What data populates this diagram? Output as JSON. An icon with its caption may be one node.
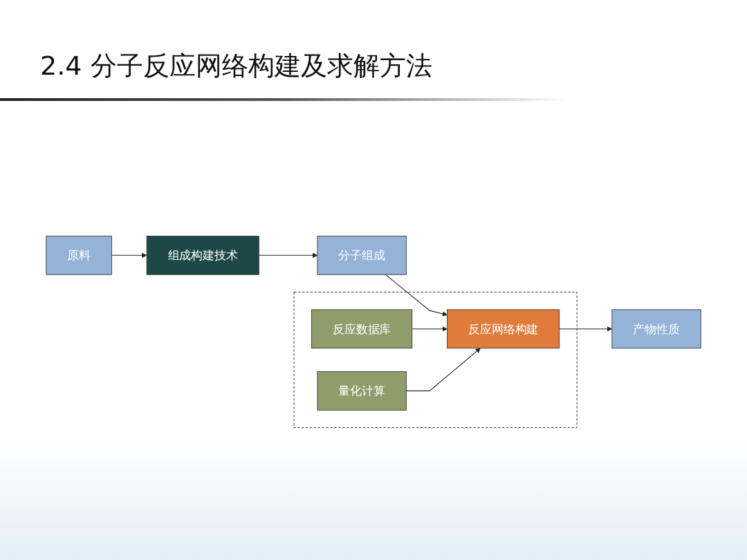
{
  "diagram": {
    "title": "2.4 分子反应网络构建及求解方法",
    "nodes": [
      {
        "text": [
          "原料"
        ]
      },
      {
        "text": [
          "组成构建技术"
        ]
      },
      {
        "text": [
          "分子组成"
        ]
      },
      {
        "text": [],
        "shape": "box"
      },
      {
        "text": [
          "反应数据库"
        ],
        "in": 3
      },
      {
        "text": [
          "反应网络构建"
        ],
        "in": 3
      },
      {
        "text": [
          "量化计算"
        ],
        "in": 3
      },
      {
        "text": [
          "产物性质"
        ]
      }
    ],
    "edges": [
      {
        "from": 0,
        "to": 1,
        "arrow": "to"
      },
      {
        "from": 1,
        "to": 2,
        "arrow": "to"
      },
      {
        "from": 2,
        "to": 5,
        "arrow": "to"
      },
      {
        "from": 4,
        "to": 5,
        "arrow": "to"
      },
      {
        "from": 6,
        "to": 5,
        "arrow": "to"
      },
      {
        "from": 5,
        "to": 7,
        "arrow": "to"
      }
    ]
  }
}
